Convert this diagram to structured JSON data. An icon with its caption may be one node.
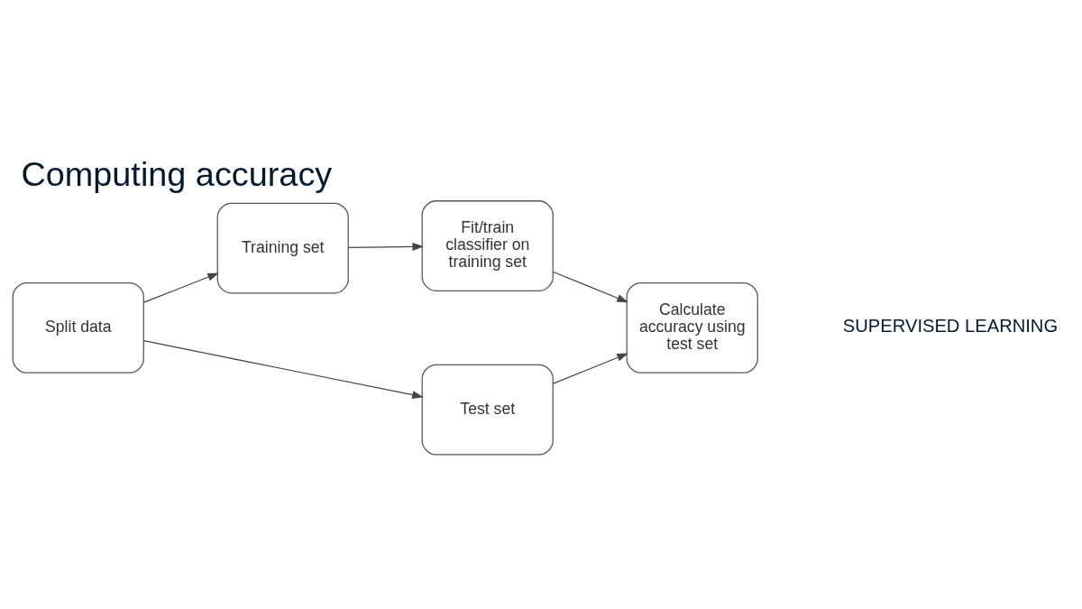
{
  "diagram": {
    "title": "Computing accuracy",
    "nodes": [
      {
        "text": [
          "Split data"
        ]
      },
      {
        "text": [
          "Training set"
        ]
      },
      {
        "text": [
          "Test set"
        ]
      },
      {
        "text": [
          "Fit/train classifier on training set"
        ]
      },
      {
        "text": [
          "Calculate accuracy using test set"
        ]
      }
    ],
    "edges": [
      {
        "from": 0,
        "to": 1,
        "arrow": "to"
      },
      {
        "from": 0,
        "to": 2,
        "arrow": "to"
      },
      {
        "from": 1,
        "to": 3,
        "arrow": "to"
      },
      {
        "from": 3,
        "to": 4,
        "arrow": "to"
      },
      {
        "from": 2,
        "to": 4,
        "arrow": "to"
      }
    ],
    "labels": [
      "SUPERVISED LEARNING"
    ]
  }
}
